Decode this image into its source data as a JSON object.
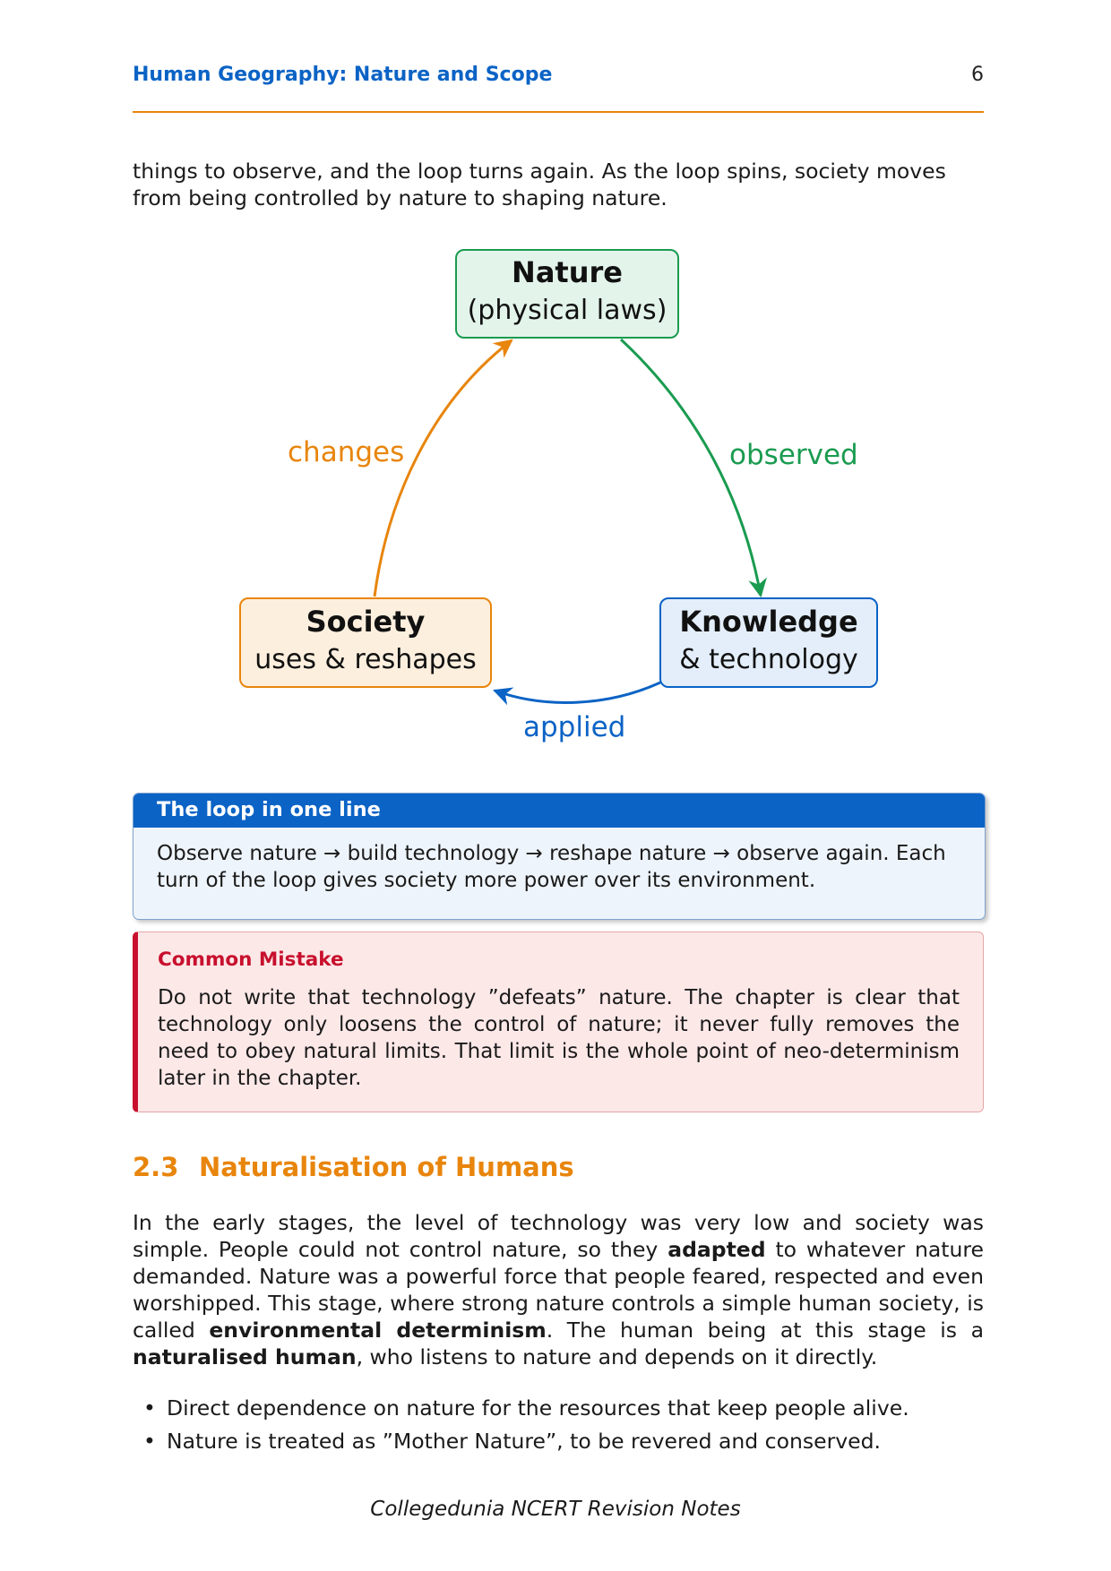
{
  "header": {
    "title": "Human Geography: Nature and Scope",
    "page_number": "6"
  },
  "intro_paragraph": "things to observe, and the loop turns again. As the loop spins, society moves from being controlled by nature to shaping nature.",
  "diagram": {
    "nodes": {
      "nature": {
        "title": "Nature",
        "subtitle": "(physical laws)"
      },
      "knowledge": {
        "title": "Knowledge",
        "subtitle": "& technology"
      },
      "society": {
        "title": "Society",
        "subtitle": "uses & reshapes"
      }
    },
    "edges": {
      "observed": "observed",
      "applied": "applied",
      "changes": "changes"
    },
    "colors": {
      "green": "#1a9b50",
      "blue": "#0b63c5",
      "orange": "#e8850c"
    }
  },
  "loop_box": {
    "title": "The loop in one line",
    "body": "Observe nature → build technology → reshape nature → observe again. Each turn of the loop gives society more power over its environment."
  },
  "mistake_box": {
    "title": "Common Mistake",
    "body": "Do not write that technology ”defeats” nature. The chapter is clear that technology only loosens the control of nature; it never fully removes the need to obey natural limits. That limit is the whole point of neo-determinism later in the chapter."
  },
  "section": {
    "number": "2.3",
    "title": "Naturalisation of Humans",
    "para": {
      "t1": "In the early stages, the level of technology was very low and society was simple. People could not control nature, so they ",
      "b1": "adapted",
      "t2": " to whatever nature demanded. Nature was a powerful force that people feared, respected and even worshipped. This stage, where strong nature controls a simple human society, is called ",
      "b2": "environmental determinism",
      "t3": ". The human being at this stage is a ",
      "b3": "naturalised human",
      "t4": ", who listens to nature and depends on it directly."
    },
    "bullets": [
      "Direct dependence on nature for the resources that keep people alive.",
      "Nature is treated as ”Mother Nature”, to be revered and conserved."
    ]
  },
  "footer": "Collegedunia NCERT Revision Notes"
}
